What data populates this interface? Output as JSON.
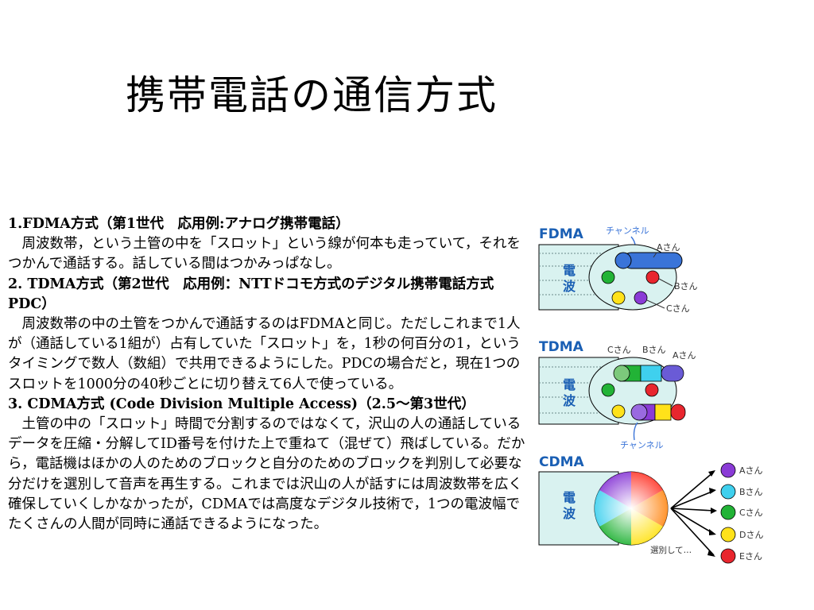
{
  "title": "携帯電話の通信方式",
  "sections": [
    {
      "heading": "1.FDMA方式（第1世代　応用例:アナログ携帯電話）",
      "text": "周波数帯，という土管の中を「スロット」という線が何本も走っていて，それをつかんで通話する。話している間はつかみっぱなし。"
    },
    {
      "heading": "2. TDMA方式（第2世代　応用例：NTTドコモ方式のデジタル携帯電話方式PDC）",
      "text": "周波数帯の中の土管をつかんで通話するのはFDMAと同じ。ただしこれまで1人が（通話している1組が）占有していた「スロット」を，1秒の何百分の1，というタイミングで数人（数組）で共用できるようにした。PDCの場合だと，現在1つのスロットを1000分の40秒ごとに切り替えて6人で使っている。"
    },
    {
      "heading": "3. CDMA方式 (Code Division Multiple Access)（2.5～第3世代）",
      "text": "土管の中の「スロット」時間で分割するのではなくて，沢山の人の通話しているデータを圧縮・分解してID番号を付けた上で重ねて（混ぜて）飛ばしている。だから，電話機はほかの人のためのブロックと自分のためのブロックを判別して必要な分だけを選別して音声を再生する。これまでは沢山の人が話すには周波数帯を広く確保していくしかなかったが，CDMAでは高度なデジタル技術で，1つの電波幅でたくさんの人間が同時に通話できるようになった。"
    }
  ],
  "figures": {
    "fdma": {
      "label": "FDMA",
      "wave": "電波",
      "channel": "チャンネル",
      "users": [
        "Aさん",
        "Bさん",
        "Cさん"
      ]
    },
    "tdma": {
      "label": "TDMA",
      "wave": "電波",
      "channel": "チャンネル",
      "users": [
        "Cさん",
        "Bさん",
        "Aさん"
      ]
    },
    "cdma": {
      "label": "CDMA",
      "wave": "電波",
      "select": "選別して…",
      "users": [
        "Aさん",
        "Bさん",
        "Cさん",
        "Dさん",
        "Eさん"
      ]
    }
  },
  "colors": {
    "title_blue": "#1a5fb4",
    "label_red": "#e8382e",
    "channel_blue": "#3a74d8",
    "pipe_fill": "#d9f2f0",
    "green": "#22b336",
    "red": "#e8262e",
    "yellow": "#ffe21a",
    "purple": "#8a3bd6",
    "cyan": "#3fd0ee"
  }
}
